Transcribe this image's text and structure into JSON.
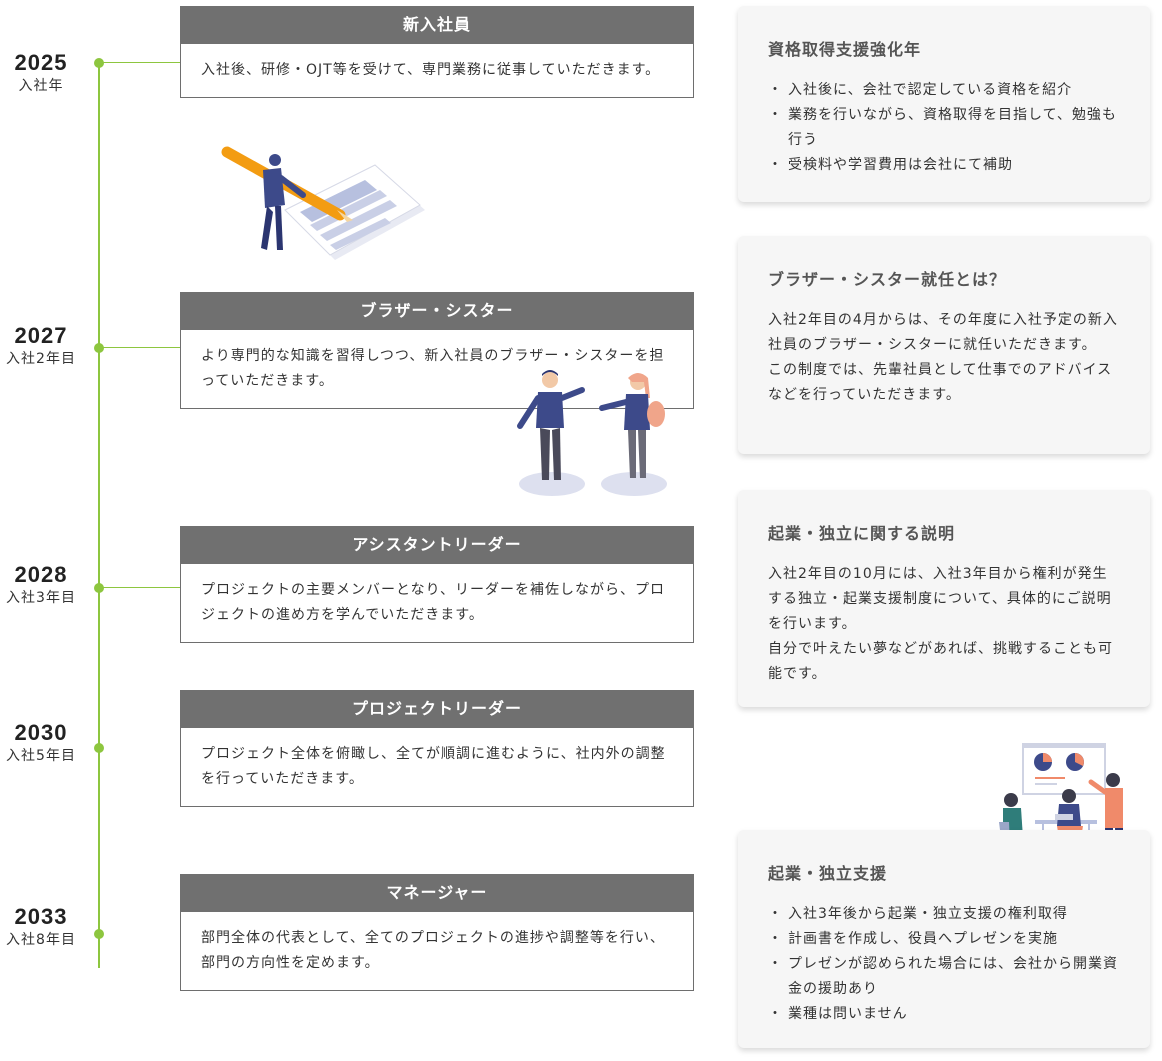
{
  "timeline": [
    {
      "year": "2025",
      "label": "入社年"
    },
    {
      "year": "2027",
      "label": "入社2年目"
    },
    {
      "year": "2028",
      "label": "入社3年目"
    },
    {
      "year": "2030",
      "label": "入社5年目"
    },
    {
      "year": "2033",
      "label": "入社8年目"
    }
  ],
  "stages": [
    {
      "title": "新入社員",
      "text": "入社後、研修・OJT等を受けて、専門業務に従事していただきます。"
    },
    {
      "title": "ブラザー・シスター",
      "text": "より専門的な知識を習得しつつ、新入社員のブラザー・シスターを担っていただきます。"
    },
    {
      "title": "アシスタントリーダー",
      "text": "プロジェクトの主要メンバーとなり、リーダーを補佐しながら、プロジェクトの進め方を学んでいただきます。"
    },
    {
      "title": "プロジェクトリーダー",
      "text": "プロジェクト全体を俯瞰し、全てが順調に進むように、社内外の調整を行っていただきます。"
    },
    {
      "title": "マネージャー",
      "text": "部門全体の代表として、全てのプロジェクトの進捗や調整等を行い、部門の方向性を定めます。"
    }
  ],
  "info": {
    "qualification": {
      "title": "資格取得支援強化年",
      "items": [
        "入社後に、会社で認定している資格を紹介",
        "業務を行いながら、資格取得を目指して、勉強も行う",
        "受検料や学習費用は会社にて補助"
      ]
    },
    "brother": {
      "title": "ブラザー・シスター就任とは？",
      "paragraphs": [
        "入社2年目の4月からは、その年度に入社予定の新入社員のブラザー・シスターに就任いただきます。",
        "この制度では、先輩社員として仕事でのアドバイスなどを行っていただきます。"
      ]
    },
    "startup_explain": {
      "title": "起業・独立に関する説明",
      "paragraphs": [
        "入社2年目の10月には、入社3年目から権利が発生する独立・起業支援制度について、具体的にご説明を行います。",
        "自分で叶えたい夢などがあれば、挑戦することも可能です。"
      ]
    },
    "startup_support": {
      "title": "起業・独立支援",
      "items": [
        "入社3年後から起業・独立支援の権利取得",
        "計画書を作成し、役員へプレゼンを実施",
        "プレゼンが認められた場合には、会社から開業資金の援助あり",
        "業種は問いません"
      ]
    }
  },
  "colors": {
    "accent_green": "#8dc63f",
    "header_gray": "#707070",
    "figure_navy": "#3d4a8a",
    "pencil_orange": "#f39c12"
  }
}
